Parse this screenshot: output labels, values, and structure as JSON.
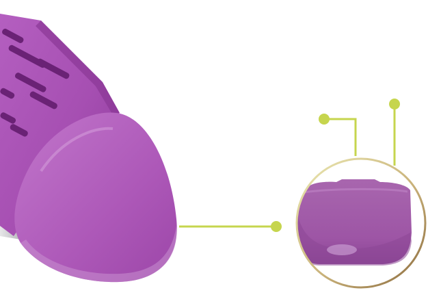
{
  "illustration": {
    "subject": "purple-device-tip-with-magnified-detail",
    "colors": {
      "background": "#ffffff",
      "device_main": "#a64fb2",
      "device_light": "#c47bcd",
      "device_dark": "#7a2d86",
      "device_shadow": "#5b1f66",
      "slot": "#6a2275",
      "base_silver": "#cfcfd2",
      "leader_line": "#c6d54e",
      "magnifier_ring_light": "#e7e6a9",
      "magnifier_ring_dark": "#8b6a3d",
      "detail_main": "#a35aaa",
      "detail_dark": "#84408e"
    },
    "callouts": [
      {
        "name": "tip-pointer"
      },
      {
        "name": "upper-left-pointer"
      },
      {
        "name": "upper-right-pointer"
      }
    ]
  }
}
